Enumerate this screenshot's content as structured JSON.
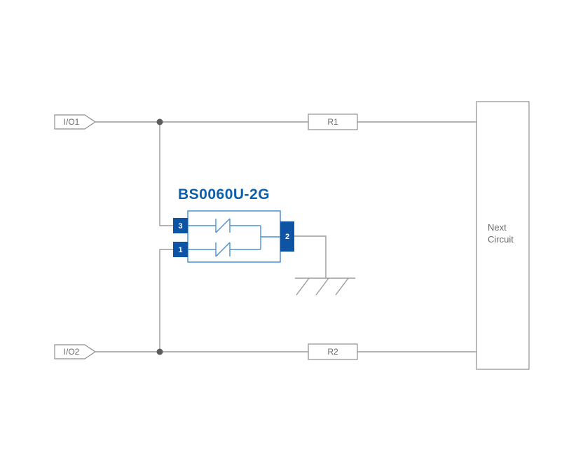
{
  "diagram": {
    "title": "BS0060U-2G",
    "ports": [
      {
        "label": "I/O1"
      },
      {
        "label": "I/O2"
      }
    ],
    "resistors": [
      {
        "label": "R1"
      },
      {
        "label": "R2"
      }
    ],
    "pins": {
      "pin1": "1",
      "pin2": "2",
      "pin3": "3"
    },
    "next_circuit": {
      "line1": "Next",
      "line2": "Circuit"
    },
    "colors": {
      "wire": "#9b9b9b",
      "outline": "#8f8f8f",
      "label_text": "#6b6b6b",
      "accent_blue": "#0d5fab",
      "pin_fill": "#0d55a4",
      "body_stroke": "#4a90d2",
      "junction_dot": "#5c5c5c"
    }
  }
}
